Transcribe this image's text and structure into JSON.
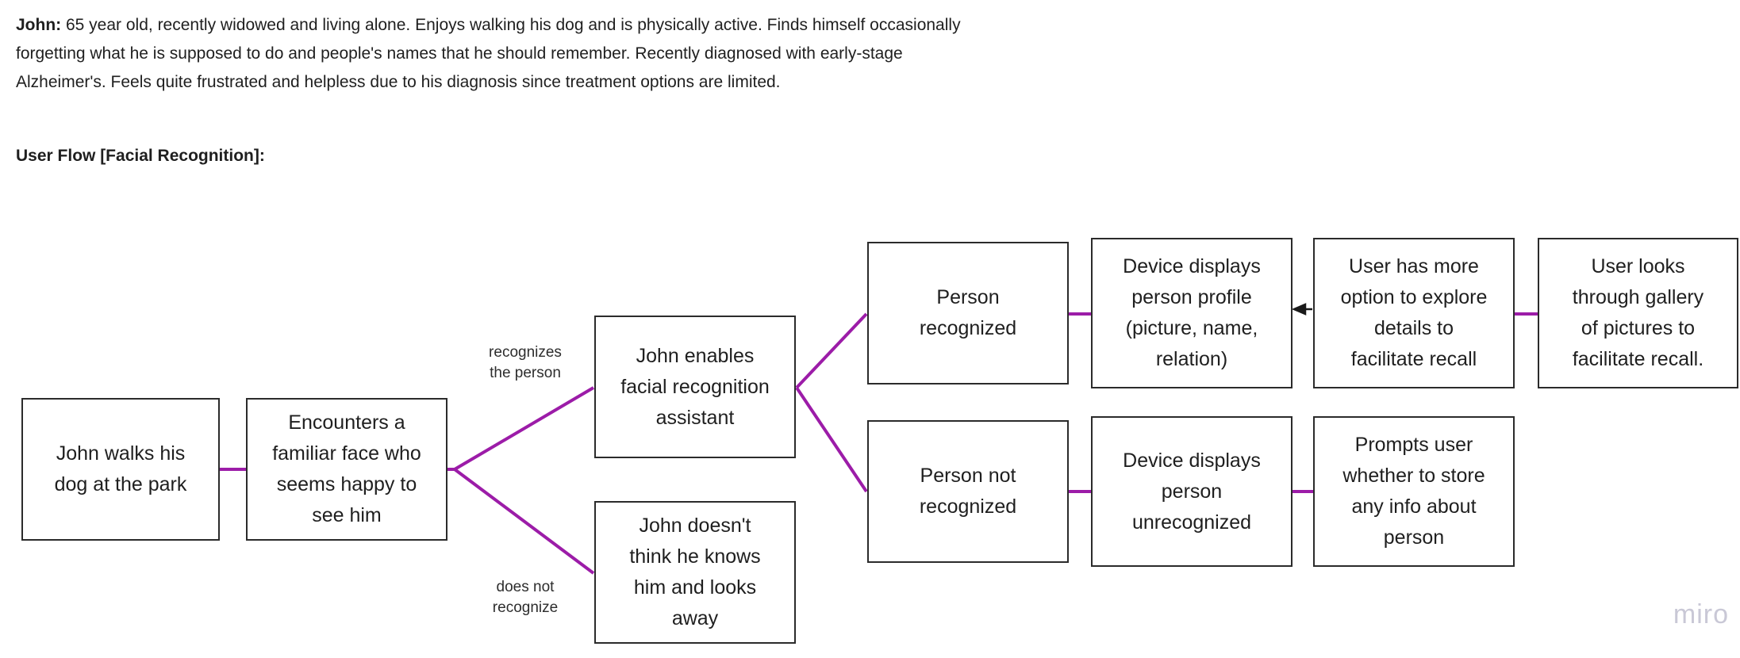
{
  "persona": {
    "name_label": "John:",
    "description": " 65 year old, recently widowed and living alone. Enjoys walking his dog and is physically active. Finds himself occasionally forgetting what he is supposed to do and people's names that he should remember. Recently diagnosed with early-stage Alzheimer's. Feels quite frustrated and helpless due to his diagnosis since treatment options are limited."
  },
  "flow_title": "User Flow [Facial Recognition]:",
  "diagram": {
    "nodes": {
      "walks_dog": "John walks his\ndog at the park",
      "encounters": "Encounters a\nfamiliar face who\nseems happy to\nsee him",
      "enables_assistant": "John enables\nfacial recognition\nassistant",
      "doesnt_know": "John doesn't\nthink he knows\nhim and looks\naway",
      "person_recognized": "Person\nrecognized",
      "person_not_recognized": "Person not\nrecognized",
      "device_profile": "Device displays\nperson profile\n(picture, name,\nrelation)",
      "device_unrecognized": "Device displays\nperson\nunrecognized",
      "more_options": "User has more\noption to explore\ndetails to\nfacilitate recall",
      "prompts_store": "Prompts user\nwhether to store\nany info about\nperson",
      "gallery": "User looks\nthrough gallery\nof pictures to\nfacilitate recall."
    },
    "edge_labels": {
      "recognizes": "recognizes\nthe person",
      "does_not_recognize": "does not\nrecognize"
    }
  },
  "watermark": "miro",
  "colors": {
    "connector_purple": "#9C1CA8",
    "node_border": "#2b2b2b",
    "text": "#1f1f1f",
    "arrow_black": "#1a1a1a",
    "watermark": "#c9c8d6",
    "background": "#ffffff"
  }
}
